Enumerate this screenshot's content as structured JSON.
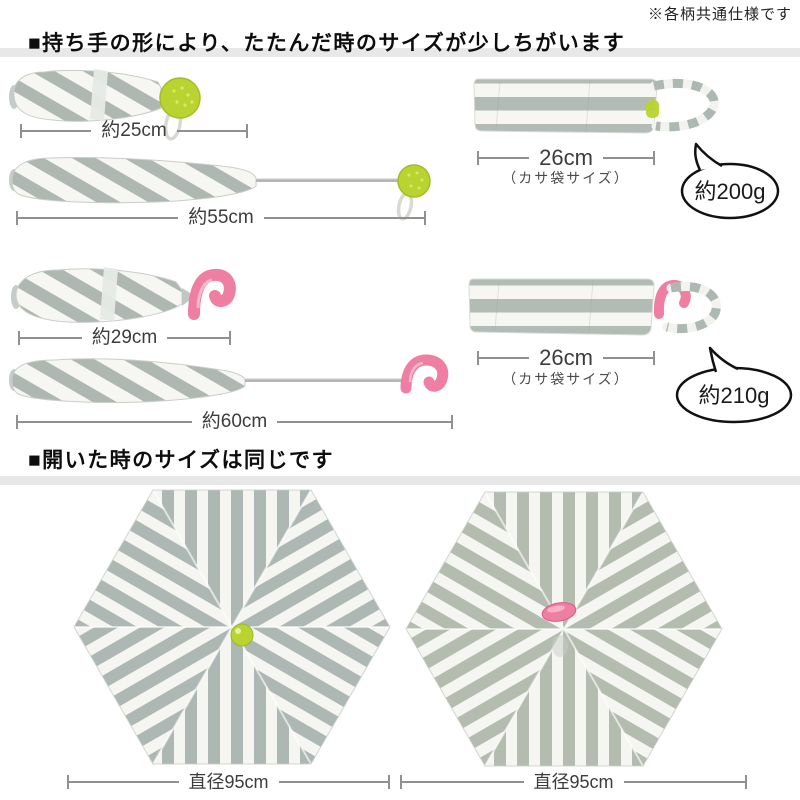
{
  "note": "※各柄共通仕様です",
  "section_folded": {
    "heading": "■持ち手の形により、たたんだ時のサイズが少しちがいます",
    "ball_handle": {
      "folded_length": "約25cm",
      "extended_length": "約55cm",
      "bag_size": "26cm",
      "bag_size_note": "（カサ袋サイズ）",
      "weight": "約200g"
    },
    "hook_handle": {
      "folded_length": "約29cm",
      "extended_length": "約60cm",
      "bag_size": "26cm",
      "bag_size_note": "（カサ袋サイズ）",
      "weight": "約210g"
    }
  },
  "section_open": {
    "heading": "■開いた時のサイズは同じです",
    "ball_handle_diameter": "直径95cm",
    "hook_handle_diameter": "直径95cm"
  },
  "colors": {
    "handle_green": "#b9d430",
    "handle_pink": "#ee7fa2",
    "stripe_gray": "#aeb7b2",
    "stripe_white": "#f6f6f2",
    "measure_line": "#909090",
    "heading_band": "#e8e8e8"
  }
}
